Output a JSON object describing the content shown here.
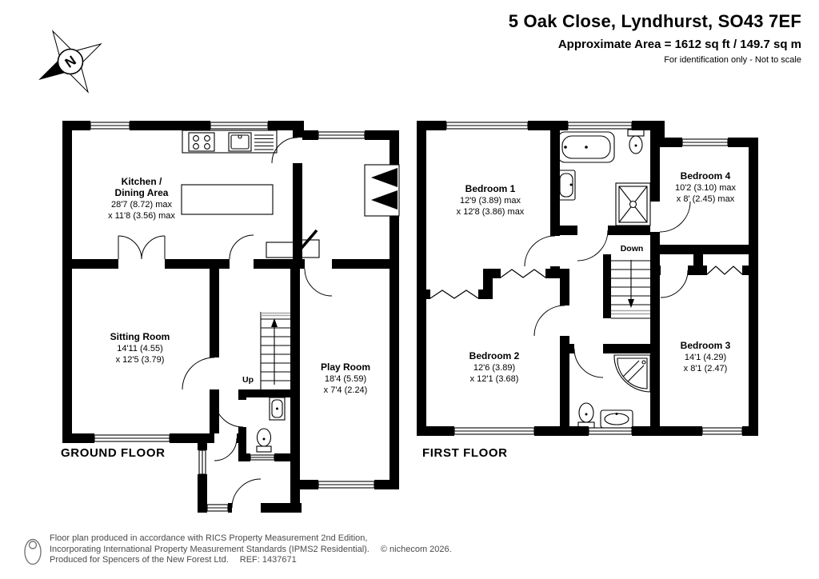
{
  "header": {
    "title": "5 Oak Close, Lyndhurst, SO43 7EF",
    "area_line": "Approximate Area = 1612 sq ft / 149.7 sq m",
    "note": "For identification only - Not to scale"
  },
  "compass": {
    "north_label": "N"
  },
  "ground_floor": {
    "label": "GROUND FLOOR",
    "stairs_label": "Up",
    "rooms": {
      "kitchen": {
        "name_line1": "Kitchen /",
        "name_line2": "Dining Area",
        "dim_line1": "28'7 (8.72) max",
        "dim_line2": "x 11'8 (3.56) max"
      },
      "sitting": {
        "name": "Sitting Room",
        "dim_line1": "14'11 (4.55)",
        "dim_line2": "x 12'5 (3.79)"
      },
      "play": {
        "name": "Play Room",
        "dim_line1": "18'4 (5.59)",
        "dim_line2": "x 7'4 (2.24)"
      }
    }
  },
  "first_floor": {
    "label": "FIRST FLOOR",
    "stairs_label": "Down",
    "rooms": {
      "bedroom1": {
        "name": "Bedroom 1",
        "dim_line1": "12'9 (3.89) max",
        "dim_line2": "x 12'8 (3.86) max"
      },
      "bedroom2": {
        "name": "Bedroom 2",
        "dim_line1": "12'6 (3.89)",
        "dim_line2": "x 12'1 (3.68)"
      },
      "bedroom3": {
        "name": "Bedroom 3",
        "dim_line1": "14'1 (4.29)",
        "dim_line2": "x 8'1 (2.47)"
      },
      "bedroom4": {
        "name": "Bedroom 4",
        "dim_line1": "10'2 (3.10) max",
        "dim_line2": "x 8' (2.45) max"
      }
    }
  },
  "footer": {
    "line1": "Floor plan produced in accordance with RICS Property Measurement 2nd Edition,",
    "line2": "Incorporating International Property Measurement Standards (IPMS2 Residential).",
    "copyright": "© nichecom 2026.",
    "line3": "Produced for Spencers of the New Forest Ltd.",
    "ref": "REF:  1437671"
  },
  "colors": {
    "wall": "#000000",
    "text": "#000000",
    "footer_text": "#4a4a4a",
    "stair_cut": "#a6a6a6"
  }
}
